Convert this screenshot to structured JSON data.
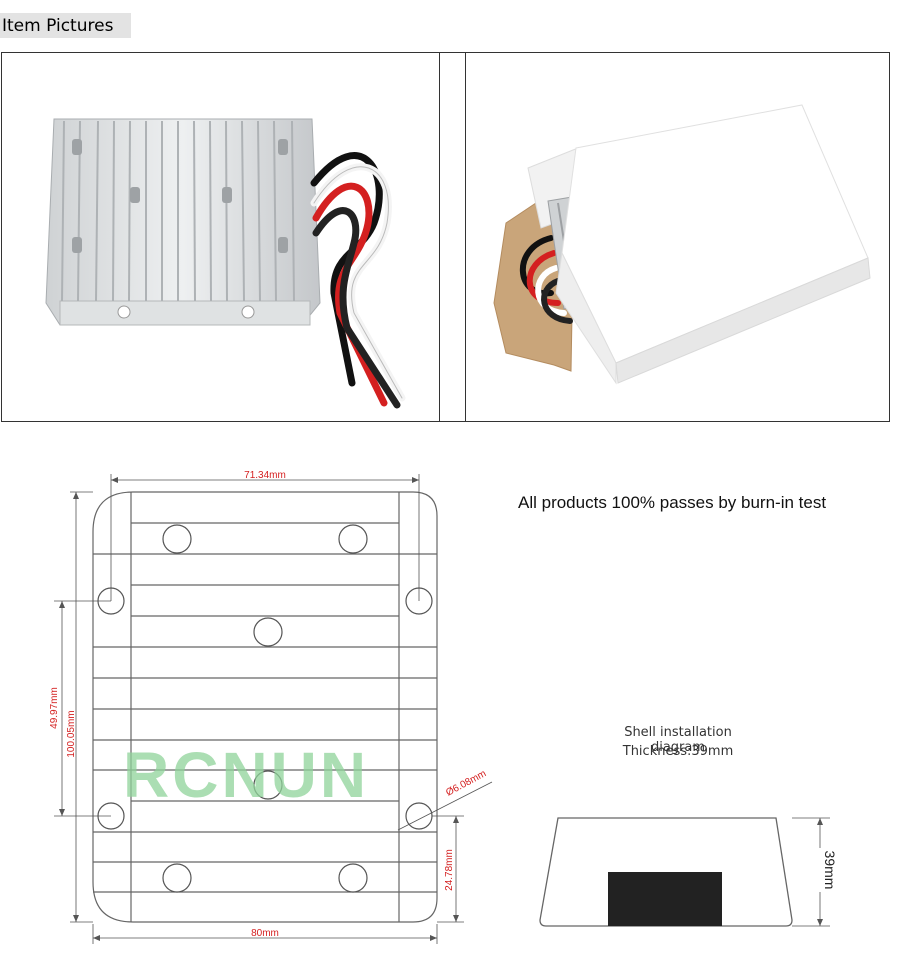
{
  "header": {
    "title": "Item Pictures"
  },
  "photos": {
    "left": {
      "subject": "aluminium finned converter with red, white and black wires"
    },
    "right": {
      "subject": "converter in white retail box"
    }
  },
  "diagram": {
    "width_top": "71.34mm",
    "width_bottom": "80mm",
    "height_inner": "49.97mm",
    "height_outer": "100.05mm",
    "hole_diameter": "Ø6.08mm",
    "hole_offset": "24.78mm",
    "watermark": "RCNUN"
  },
  "notes": {
    "burn_in": "All products 100% passes by burn-in test"
  },
  "shell": {
    "title": "Shell installation diagram",
    "thickness": "Thickness:39mm",
    "height_label": "39mm"
  },
  "colors": {
    "dimension_red": "#d42020",
    "watermark_green": "#8fd39a",
    "outline": "#555555"
  }
}
